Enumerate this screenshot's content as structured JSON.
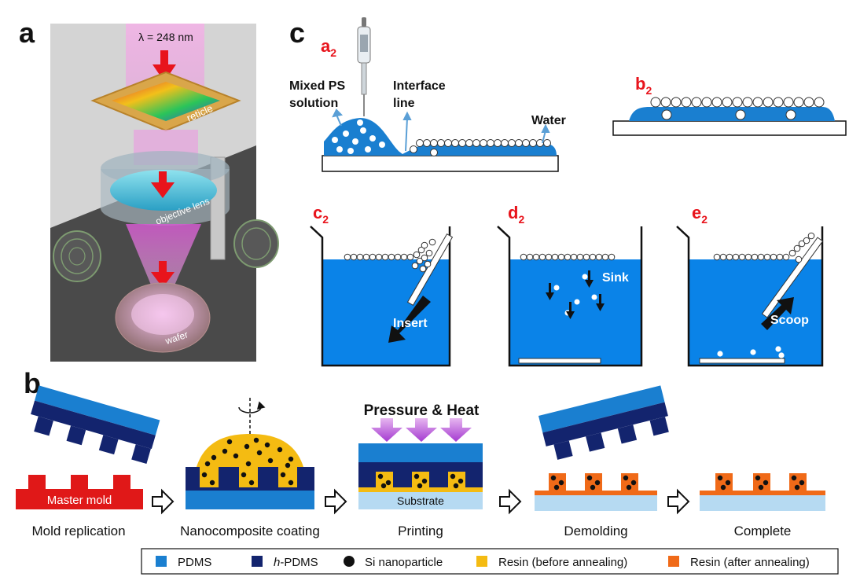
{
  "panels": {
    "a": "a",
    "b": "b",
    "c": "c"
  },
  "panel_a": {
    "wavelength": "λ = 248 nm",
    "reticle": "reticle",
    "objective_lens": "objective lens",
    "wafer": "wafer"
  },
  "panel_c": {
    "a2": {
      "main": "a",
      "sub": "2"
    },
    "b2": {
      "main": "b",
      "sub": "2"
    },
    "c2": {
      "main": "c",
      "sub": "2"
    },
    "d2": {
      "main": "d",
      "sub": "2"
    },
    "e2": {
      "main": "e",
      "sub": "2"
    },
    "mixed_ps_line1": "Mixed PS",
    "mixed_ps_line2": "solution",
    "interface_line1": "Interface",
    "interface_line2": "line",
    "water": "Water",
    "insert": "Insert",
    "sink": "Sink",
    "scoop": "Scoop"
  },
  "panel_b": {
    "master_mold": "Master mold",
    "pressure_heat": "Pressure & Heat",
    "substrate": "Substrate",
    "steps": [
      "Mold replication",
      "Nanocomposite coating",
      "Printing",
      "Demolding",
      "Complete"
    ]
  },
  "legend": {
    "pdms": "PDMS",
    "h_prefix": "h",
    "h_pdms_rest": "-PDMS",
    "si_np": "Si nanoparticle",
    "resin_before": "Resin (before annealing)",
    "resin_after": "Resin (after annealing)"
  },
  "colors": {
    "pdms": "#1a7fd0",
    "h_pdms": "#13246e",
    "si_nanoparticle": "#111111",
    "resin_before": "#f4bb12",
    "resin_after": "#f06a18",
    "water": "#0a83e8",
    "master_mold": "#e01818",
    "substrate": "#b6daf2",
    "label_red": "#e8141c"
  }
}
